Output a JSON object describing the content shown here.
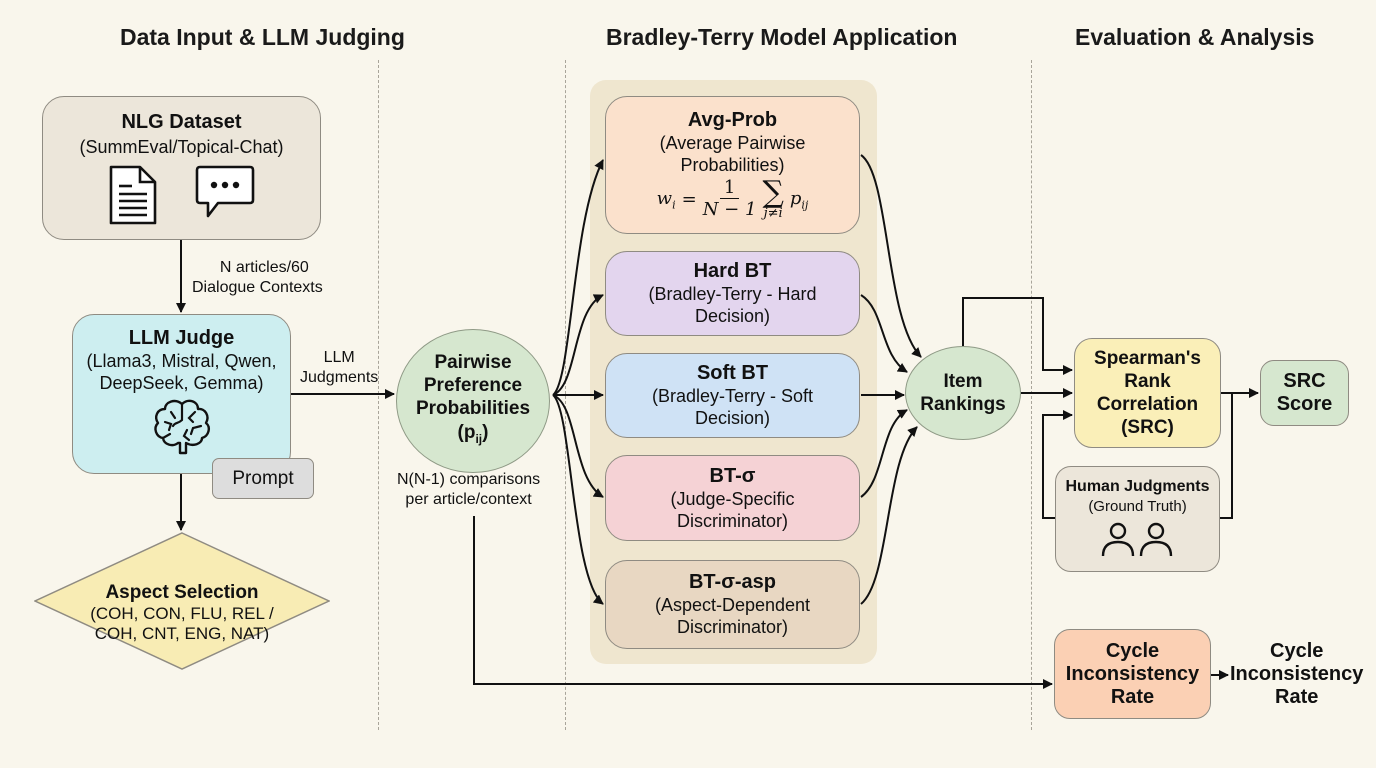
{
  "sections": {
    "data_input": "Data Input & LLM Judging",
    "bt_model": "Bradley-Terry Model Application",
    "evaluation": "Evaluation & Analysis"
  },
  "nodes": {
    "nlg_dataset": {
      "title": "NLG Dataset",
      "subtitle": "(SummEval/Topical-Chat)",
      "icons": [
        "document-icon",
        "chat-bubble-icon"
      ]
    },
    "llm_judge": {
      "title": "LLM Judge",
      "subtitle_line1": "(Llama3, Mistral, Qwen,",
      "subtitle_line2": "DeepSeek, Gemma)",
      "icon": "brain-icon"
    },
    "prompt": {
      "label": "Prompt"
    },
    "aspect_selection": {
      "title": "Aspect Selection",
      "line1": "(COH, CON, FLU, REL /",
      "line2": "COH, CNT, ENG, NAT)"
    },
    "pairwise": {
      "line1": "Pairwise",
      "line2": "Preference",
      "line3": "Probabilities",
      "line4": "(p",
      "line4_sub": "ij",
      "line4_end": ")"
    },
    "avg_prob": {
      "title": "Avg-Prob",
      "line1": "(Average Pairwise",
      "line2": "Probabilities)",
      "formula_lhs": "w",
      "formula_lhs_sub": "i",
      "formula_eq": "=",
      "formula_num": "1",
      "formula_den": "N − 1",
      "formula_sigma": "∑",
      "formula_sigma_sub": "j≠i",
      "formula_term": "p",
      "formula_term_sub": "ij"
    },
    "hard_bt": {
      "title": "Hard BT",
      "line1": "(Bradley-Terry - Hard",
      "line2": "Decision)"
    },
    "soft_bt": {
      "title": "Soft BT",
      "line1": "(Bradley-Terry - Soft",
      "line2": "Decision)"
    },
    "bt_sigma": {
      "title": "BT-σ",
      "line1": "(Judge-Specific",
      "line2": "Discriminator)"
    },
    "bt_sigma_asp": {
      "title": "BT-σ-asp",
      "line1": "(Aspect-Dependent",
      "line2": "Discriminator)"
    },
    "item_rankings": {
      "line1": "Item",
      "line2": "Rankings"
    },
    "spearman": {
      "line1": "Spearman's",
      "line2": "Rank",
      "line3": "Correlation",
      "line4": "(SRC)"
    },
    "src_score": {
      "line1": "SRC",
      "line2": "Score"
    },
    "human_judgments": {
      "title": "Human Judgments",
      "subtitle": "(Ground Truth)",
      "icon": "people-icon"
    },
    "cycle_box": {
      "line1": "Cycle",
      "line2": "Inconsistency",
      "line3": "Rate"
    },
    "cycle_output": {
      "line1": "Cycle",
      "line2": "Inconsistency",
      "line3": "Rate"
    }
  },
  "edge_labels": {
    "dataset_to_judge": {
      "line1": "N articles/60",
      "line2": "Dialogue Contexts"
    },
    "judge_to_pairwise": {
      "line1": "LLM",
      "line2": "Judgments"
    },
    "comparisons": {
      "line1": "N(N-1) comparisons",
      "line2": "per article/context"
    }
  },
  "colors": {
    "background": "#f9f6ec",
    "dataset_fill": "#ece6da",
    "judge_fill": "#cdeef0",
    "prompt_fill": "#dddddd",
    "aspect_fill": "#f8ecb4",
    "ellipse_fill": "#d6e7cf",
    "avg_prob_fill": "#fbe1cc",
    "hard_bt_fill": "#e3d5ee",
    "soft_bt_fill": "#cfe2f5",
    "bt_sigma_fill": "#f5d2d5",
    "bt_sigma_asp_fill": "#e8d7c2",
    "bt_panel_fill": "#efe6cf",
    "spearman_fill": "#faefb8",
    "src_fill": "#d6e7cf",
    "human_fill": "#ece6da",
    "cycle_fill": "#fbd0b4"
  }
}
